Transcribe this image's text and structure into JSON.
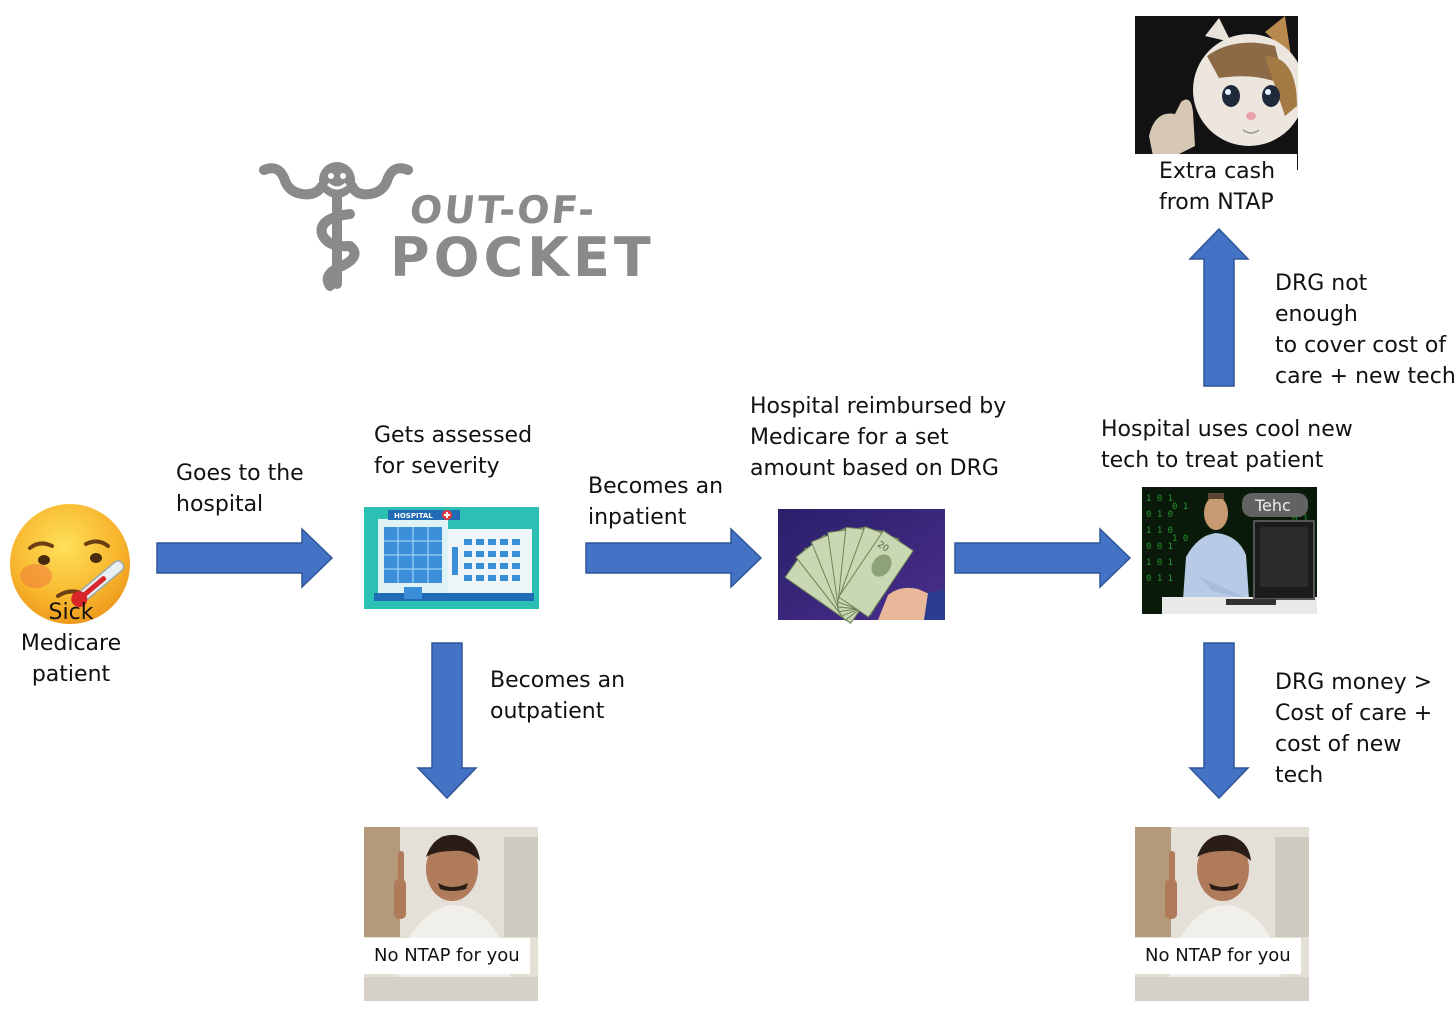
{
  "logo": {
    "line1": "OUT-OF-",
    "line2": "POCKET"
  },
  "patient": {
    "label": "Sick Medicare\npatient",
    "icon": "sick-face-emoji"
  },
  "steps": {
    "goes_to_hospital": "Goes to the\nhospital",
    "assessed": "Gets assessed\nfor severity",
    "inpatient": "Becomes an\ninpatient",
    "outpatient": "Becomes an\noutpatient",
    "reimbursed": "Hospital reimbursed by\nMedicare for a set\namount based on DRG",
    "cool_tech": "Hospital uses cool new\ntech to treat patient",
    "drg_not_enough": "DRG not enough\nto cover cost of\ncare + new tech",
    "drg_more": "DRG money >\nCost of care +\ncost of new tech"
  },
  "images": {
    "hospital_sign": "HOSPITAL",
    "tech_sign": "Tehc",
    "cat_caption": "Extra cash\nfrom NTAP",
    "no_ntap_left": "No NTAP for you",
    "no_ntap_right": "No NTAP for you"
  },
  "colors": {
    "arrow": "#4472C4",
    "arrow_stroke": "#2F5597",
    "logo_gray": "#8a8a8a"
  }
}
